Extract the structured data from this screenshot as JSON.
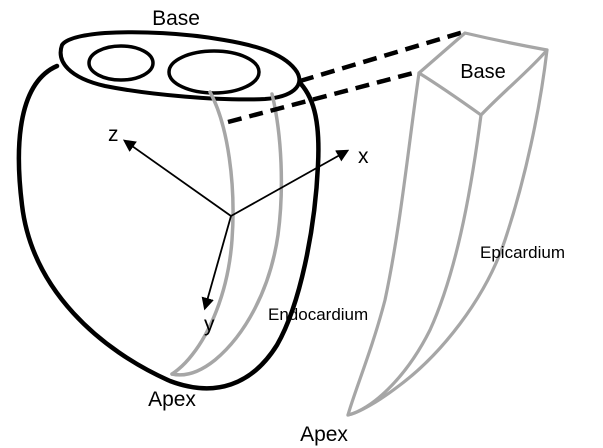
{
  "labels": {
    "heart_base": "Base",
    "heart_apex": "Apex",
    "segment_base": "Base",
    "segment_apex": "Apex",
    "epicardium": "Epicardium",
    "endocardium": "Endocardium",
    "axis_x": "x",
    "axis_y": "y",
    "axis_z": "z"
  },
  "colors": {
    "outline": "#000000",
    "muscle": "#a6a6a6"
  }
}
